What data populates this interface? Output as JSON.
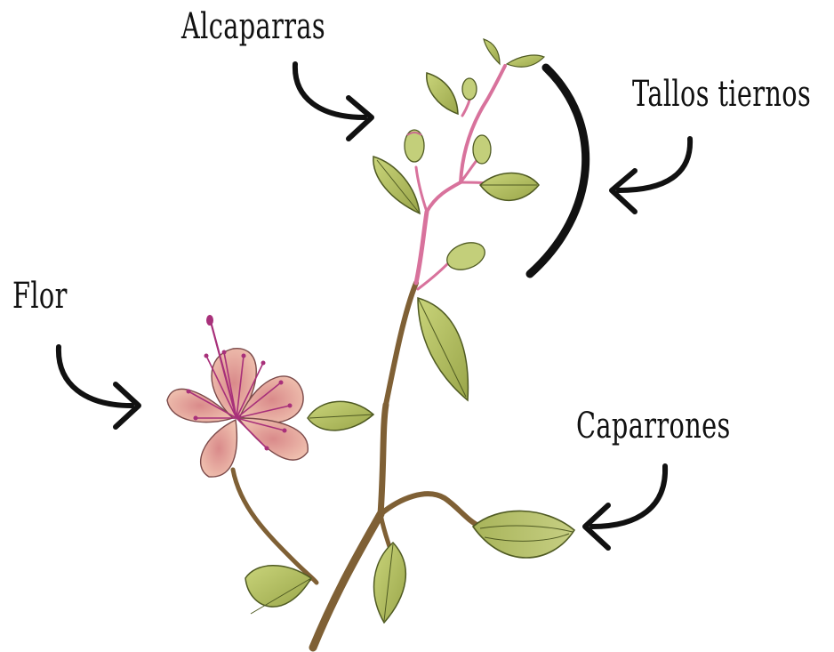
{
  "labels": {
    "alcaparras": "Alcaparras",
    "tallos_tiernos": "Tallos tiernos",
    "flor": "Flor",
    "caparrones": "Caparrones"
  },
  "colors": {
    "ink": "#111111",
    "leaf": "#b9c468",
    "leaf_dark": "#5e6b2a",
    "stem": "#8a6a3a",
    "tender_stem": "#d9709a",
    "petal": "#eab7a6",
    "stamen": "#b0327e",
    "bud": "#c9d67a"
  }
}
